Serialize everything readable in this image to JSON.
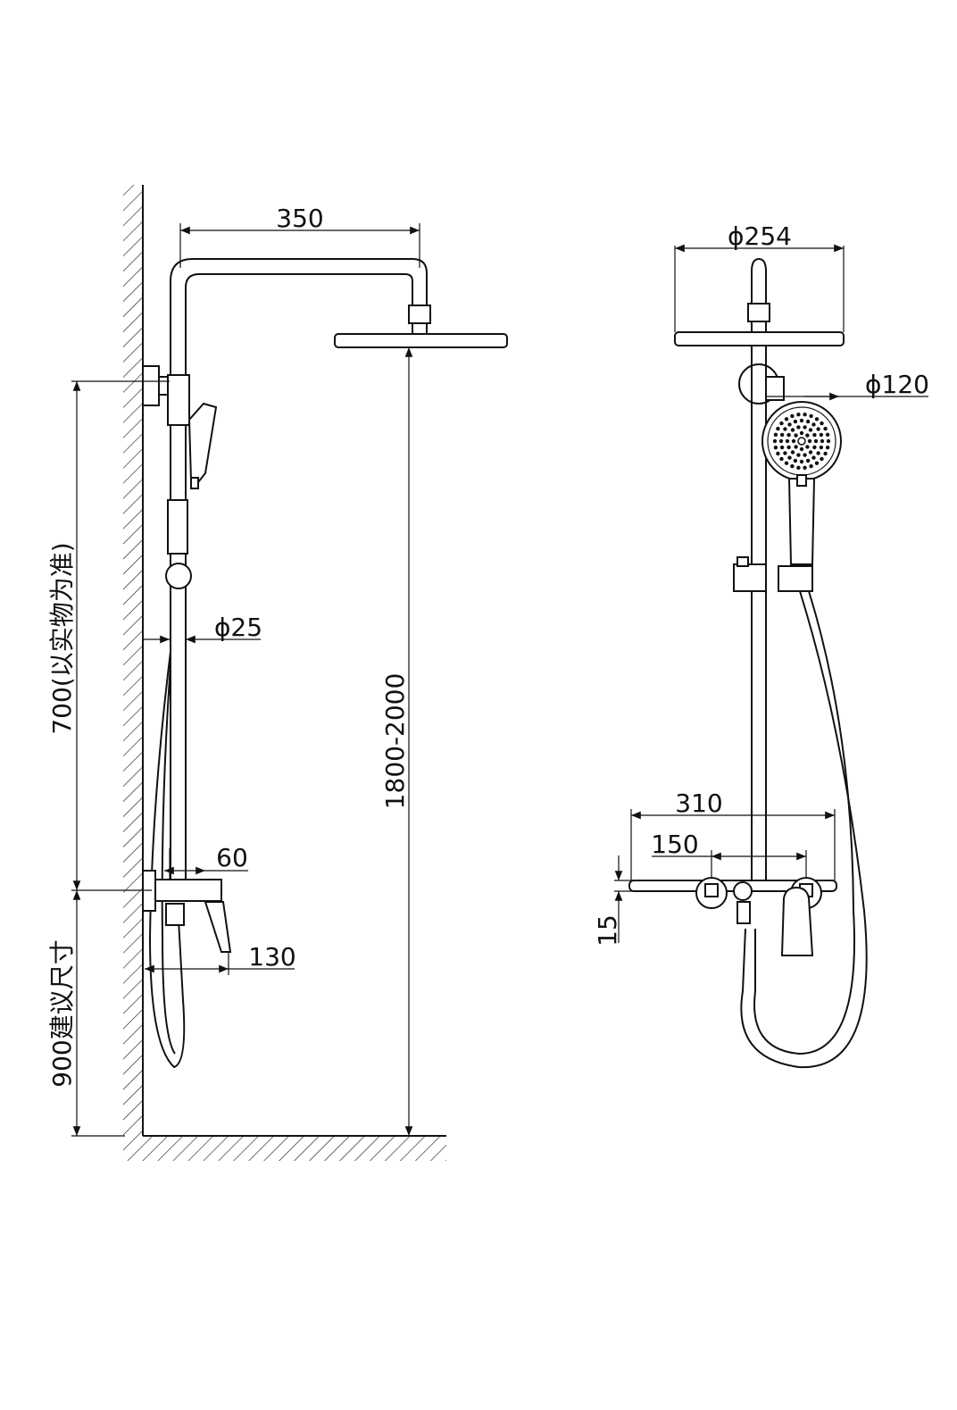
{
  "dimensions": {
    "arm_length": "350",
    "head_diameter": "ϕ254",
    "hand_shower_diameter": "ϕ120",
    "pipe_diameter": "ϕ25",
    "slide_bar_length": "700(以实物为准)",
    "total_height": "1800-2000",
    "outlet_offset": "60",
    "mixer_depth": "130",
    "mixer_height": "900建议尺寸",
    "shelf_width": "310",
    "inlet_spacing": "150",
    "shelf_thickness": "15"
  },
  "colors": {
    "line": "#111111",
    "background": "#ffffff"
  }
}
